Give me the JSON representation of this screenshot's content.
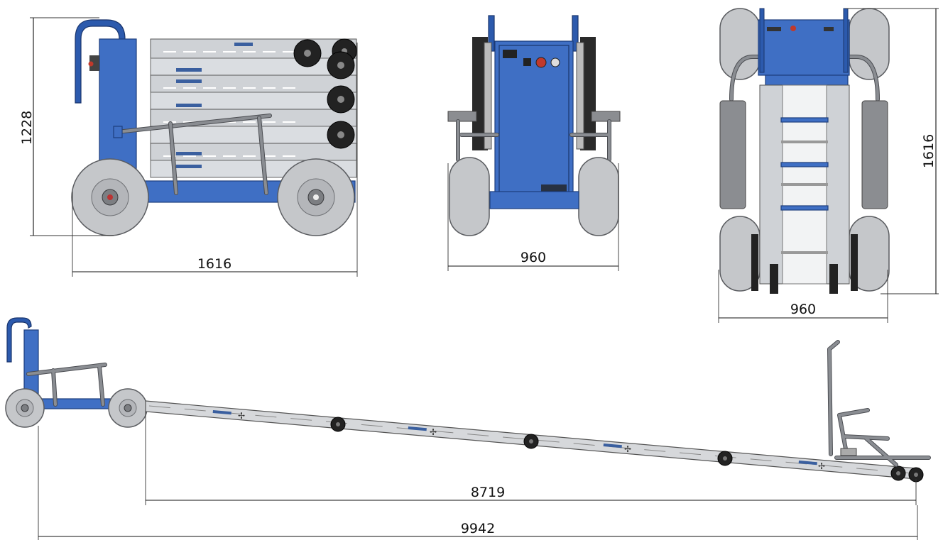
{
  "dimensions": {
    "side_view_height": "1228",
    "side_view_length": "1616",
    "front_view_width": "960",
    "top_view_length": "1616",
    "top_view_width": "960",
    "ramp_length": "8719",
    "total_length": "9942"
  },
  "colors": {
    "frame_blue": "#3f6fc4",
    "panel_gray": "#cfd2d6",
    "tire_gray": "#c5c7ca",
    "caster_black": "#222222"
  }
}
